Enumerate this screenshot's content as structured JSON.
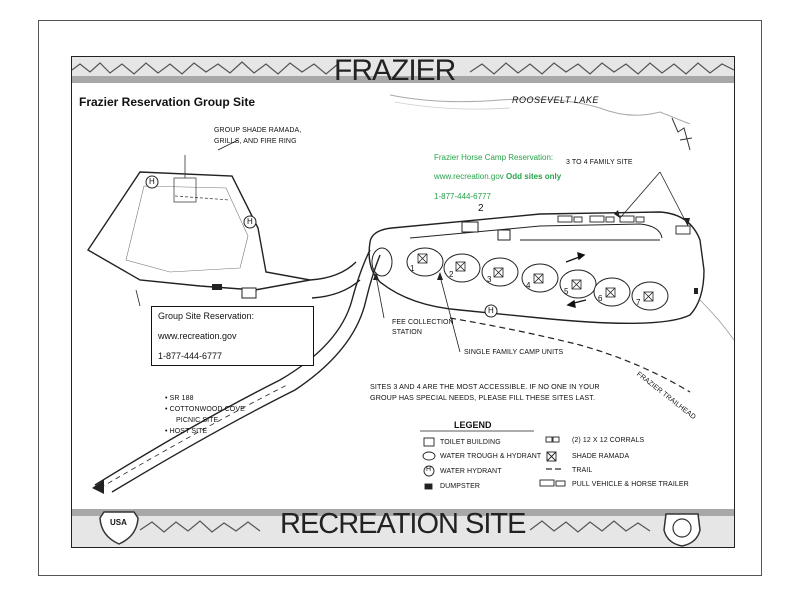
{
  "header": {
    "title": "FRAZIER",
    "subtitle": "Frazier Reservation Group Site"
  },
  "footer": {
    "title": "RECREATION SITE",
    "logo_left_text": "USA",
    "logo_right_text": ""
  },
  "places": {
    "lake": "ROOSEVELT LAKE",
    "ramada": [
      "GROUP SHADE RAMADA,",
      "GRILLS, AND FIRE RING"
    ],
    "family_site": "3 TO 4 FAMILY SITE",
    "fee_station": [
      "FEE COLLECTION",
      "STATION"
    ],
    "single_units": "SINGLE FAMILY CAMP UNITS",
    "trailhead": "FRAZIER TRAILHEAD",
    "site_number_top": "2"
  },
  "horse_camp": {
    "title": "Frazier Horse Camp Reservation:",
    "url": "www.recreation.gov",
    "note": "Odd sites only",
    "phone": "1-877-444-6777"
  },
  "group_reservation": {
    "title": "Group Site Reservation:",
    "url": "www.recreation.gov",
    "phone": "1-877-444-6777"
  },
  "directions": [
    "SR 188",
    "COTTONWOOD COVE",
    "PICNIC SITE",
    "HOST SITE"
  ],
  "notice": [
    "SITES 3 AND 4 ARE THE MOST ACCESSIBLE. IF NO ONE IN YOUR",
    "GROUP HAS SPECIAL NEEDS, PLEASE FILL THESE SITES LAST."
  ],
  "legend": {
    "title": "LEGEND",
    "items": [
      {
        "icon": "toilet-icon",
        "label": "TOILET BUILDING"
      },
      {
        "icon": "water-trough-icon",
        "label": "WATER TROUGH & HYDRANT"
      },
      {
        "icon": "hydrant-icon",
        "label": "WATER HYDRANT"
      },
      {
        "icon": "dumpster-icon",
        "label": "DUMPSTER"
      },
      {
        "icon": "corral-icon",
        "label": "(2) 12 X 12 CORRALS"
      },
      {
        "icon": "shade-ramada-icon",
        "label": "SHADE RAMADA"
      },
      {
        "icon": "trail-icon",
        "label": "TRAIL"
      },
      {
        "icon": "pull-vehicle-icon",
        "label": "PULL VEHICLE & HORSE TRAILER"
      }
    ]
  },
  "sites": [
    "1",
    "2",
    "3",
    "4",
    "5",
    "6",
    "7"
  ],
  "hydrant_symbol": "H",
  "colors": {
    "banner_band": "#a8a8a8",
    "banner_light": "#e6e6e6",
    "link_green": "#27a34a"
  }
}
